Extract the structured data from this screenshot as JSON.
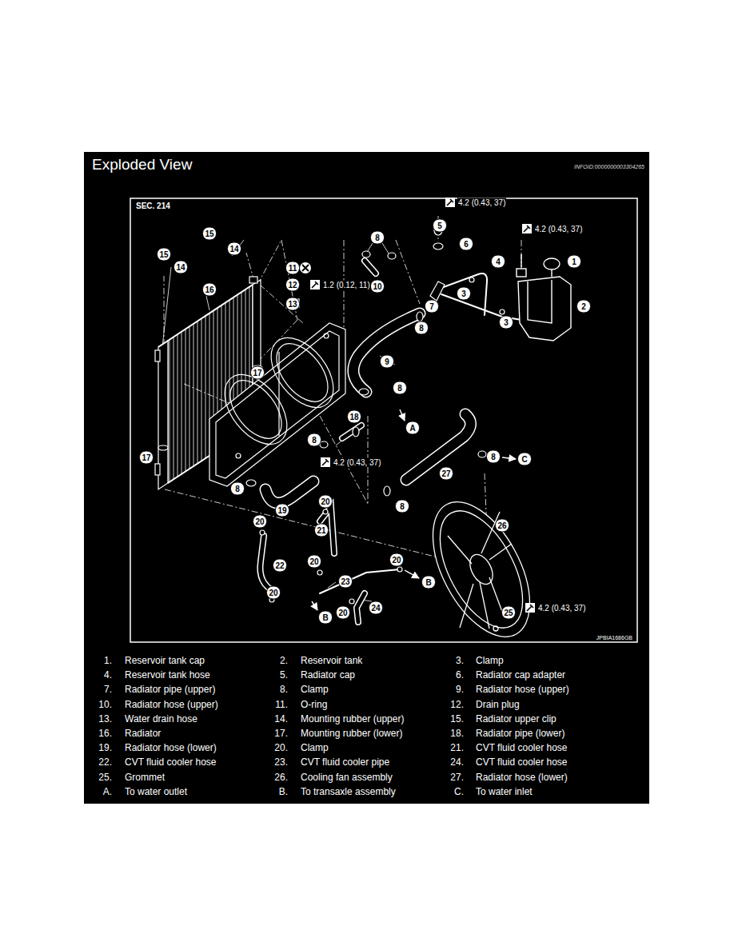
{
  "diagram": {
    "title": "Exploded View",
    "labels": [
      "INFOID:0000000003304265",
      "SEC. 214",
      "4.2 (0.43, 37)",
      "5",
      "6",
      "4.2 (0.43, 37)",
      "1",
      "4",
      "3",
      "2",
      "3",
      "7",
      "8",
      "8",
      "10",
      "9",
      "8",
      "A",
      "15",
      "14",
      "15",
      "14",
      "16",
      "11",
      "12",
      "1.2 (0.12, 11)",
      "13",
      "17",
      "17",
      "18",
      "8",
      "4.2 (0.43, 37)",
      "8",
      "19",
      "20",
      "20",
      "21",
      "27",
      "8",
      "8",
      "C",
      "26",
      "22",
      "20",
      "23",
      "20",
      "B",
      "20",
      "B",
      "20",
      "24",
      "25",
      "4.2 (0.43, 37)",
      "JPBIA1686GB",
      "1.",
      "Reservoir tank cap",
      "2.",
      "Reservoir tank",
      "3.",
      "Clamp",
      "4.",
      "Reservoir tank hose",
      "5.",
      "Radiator cap",
      "6.",
      "Radiator cap adapter",
      "7.",
      "Radiator pipe (upper)",
      "8.",
      "Clamp",
      "9.",
      "Radiator hose (upper)",
      "10.",
      "Radiator hose (upper)",
      "11.",
      "O-ring",
      "12.",
      "Drain plug",
      "13.",
      "Water drain hose",
      "14.",
      "Mounting rubber (upper)",
      "15.",
      "Radiator upper clip",
      "16.",
      "Radiator",
      "17.",
      "Mounting rubber (lower)",
      "18.",
      "Radiator pipe (lower)",
      "19.",
      "Radiator hose (lower)",
      "20.",
      "Clamp",
      "21.",
      "CVT fluid cooler hose",
      "22.",
      "CVT fluid cooler hose",
      "23.",
      "CVT fluid cooler pipe",
      "24.",
      "CVT fluid cooler hose",
      "25.",
      "Grommet",
      "26.",
      "Cooling fan assembly",
      "27.",
      "Radiator hose (lower)",
      "A.",
      "To water outlet",
      "B.",
      "To transaxle assembly",
      "C.",
      "To water inlet"
    ]
  }
}
